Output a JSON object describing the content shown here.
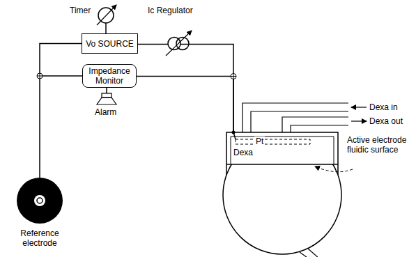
{
  "diagram": {
    "nodes": [
      {
        "text": [
          "Vo SOURCE"
        ]
      },
      {
        "text": [
          "Impedance Monitor"
        ]
      },
      {
        "text": [
          "Dexa"
        ]
      }
    ],
    "edges": [
      {
        "from": 0,
        "to": 2,
        "arrow": "none"
      },
      {
        "from": 1,
        "to": 2,
        "arrow": "none"
      }
    ],
    "labels": [
      "Timer",
      "Ic Regulator",
      "Alarm",
      "Reference electrode",
      "Pt",
      "Dexa in",
      "Dexa out",
      "Active electrode fluidic surface"
    ]
  }
}
